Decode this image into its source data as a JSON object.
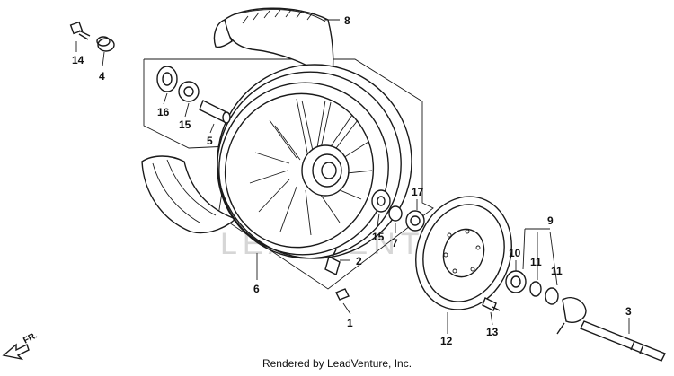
{
  "watermark": "LEADVENTURE",
  "footer": "Rendered by LeadVenture, Inc.",
  "direction_label": "FR.",
  "callouts": {
    "c1": "1",
    "c2": "2",
    "c3": "3",
    "c4": "4",
    "c5": "5",
    "c6": "6",
    "c7": "7",
    "c8": "8",
    "c9": "9",
    "c10": "10",
    "c11a": "11",
    "c11b": "11",
    "c12": "12",
    "c13": "13",
    "c14": "14",
    "c15a": "15",
    "c15b": "15",
    "c16": "16",
    "c17": "17"
  }
}
